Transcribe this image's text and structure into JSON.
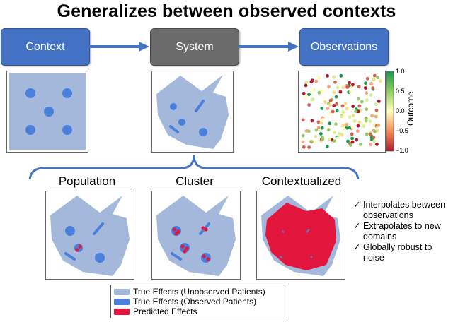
{
  "title": "Generalizes between observed contexts",
  "pipeline": {
    "context_label": "Context",
    "system_label": "System",
    "observations_label": "Observations"
  },
  "colorbar": {
    "label": "Outcome",
    "ticks": [
      "1.0",
      "0.5",
      "0.0",
      "−0.5",
      "−1.0"
    ]
  },
  "methods": {
    "population_label": "Population",
    "cluster_label": "Cluster",
    "contextualized_label": "Contextualized"
  },
  "benefits": [
    "Interpolates between observations",
    "Extrapolates to new domains",
    "Globally robust to noise"
  ],
  "legend": {
    "unobserved": "True Effects (Unobserved Patients)",
    "observed": "True Effects (Observed Patients)",
    "predicted": "Predicted Effects"
  },
  "colors": {
    "box_blue": "#4472c4",
    "box_gray": "#6b6b6b",
    "light_region": "#a3b8da",
    "observed_blue": "#4a7fdc",
    "predicted_red": "#e3173e",
    "scatter_low": "#b2182b",
    "scatter_mid": "#ffffbf",
    "scatter_high": "#1a9850"
  }
}
